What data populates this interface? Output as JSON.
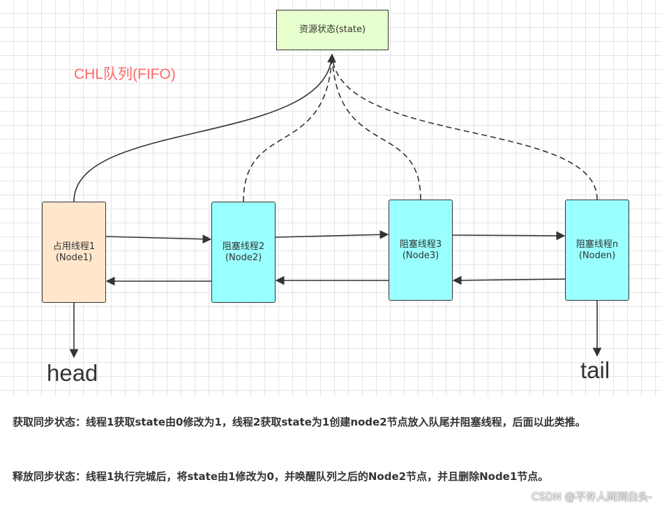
{
  "diagram": {
    "state_box": "资源状态(state)",
    "title": "CHL队列(FIFO)",
    "nodes": [
      {
        "label": "占用线程1\n(Node1)",
        "color": "#ffe6cc"
      },
      {
        "label": "阻塞线程2\n(Node2)",
        "color": "#99ffff"
      },
      {
        "label": "阻塞线程3\n(Node3)",
        "color": "#99ffff"
      },
      {
        "label": "阻塞线程n\n(Noden)",
        "color": "#99ffff"
      }
    ],
    "head_label": "head",
    "tail_label": "tail"
  },
  "descriptions": {
    "acquire": "获取同步状态：线程1获取state由0修改为1，线程2获取state为1创建node2节点放入队尾并阻塞线程，后面以此类推。",
    "release": "释放同步状态：线程1执行完城后，将state由1修改为0，并唤醒队列之后的Node2节点，并且删除Node1节点。"
  },
  "watermark": "CSDN @不许人间到白头-"
}
